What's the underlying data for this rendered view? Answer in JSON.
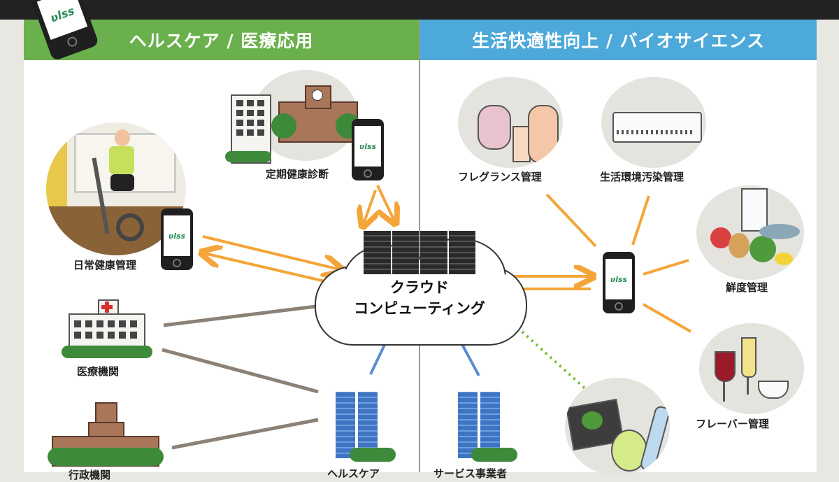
{
  "headers": {
    "left": "ヘルスケア / 医療応用",
    "right": "生活快適性向上 / バイオサイエンス"
  },
  "cloud": {
    "line1": "クラウド",
    "line2": "コンピューティング"
  },
  "app_logo": "ʋlss",
  "left_items": {
    "daily_health": "日常健康管理",
    "checkup": "定期健康診断",
    "medical": "医療機関",
    "healthcare_cut": "ヘルスケア",
    "government_cut": "行政機関"
  },
  "right_items": {
    "fragrance": "フレグランス管理",
    "pollution": "生活環境汚染管理",
    "freshness": "鮮度管理",
    "flavor": "フレーバー管理",
    "service_cut": "サービス事業者"
  },
  "colors": {
    "green": "#6ab04c",
    "blue": "#4da9d9",
    "orange_arrow": "#f4a53a",
    "gray_line": "#8c8176",
    "blue_line": "#5a8ed0",
    "green_dotted": "#7cbf3a"
  }
}
